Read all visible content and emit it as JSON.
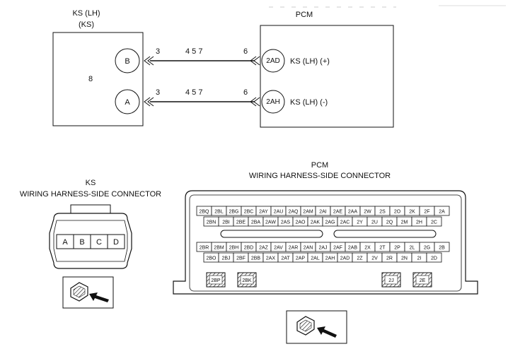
{
  "ks_box": {
    "title_line1": "KS (LH)",
    "title_line2": "(KS)",
    "ref_8": "8",
    "term_b": "B",
    "term_a": "A"
  },
  "pcm_box": {
    "title": "PCM",
    "term_2ad": "2AD",
    "term_2ah": "2AH",
    "sig_plus": "KS (LH) (+)",
    "sig_minus": "KS (LH) (-)"
  },
  "wires": {
    "top": {
      "ref_left": "3",
      "ref_mid": "4 5 7",
      "ref_right": "6"
    },
    "bottom": {
      "ref_left": "3",
      "ref_mid": "4 5 7",
      "ref_right": "6"
    }
  },
  "ks_connector": {
    "title_line1": "KS",
    "title_line2": "WIRING HARNESS-SIDE CONNECTOR",
    "pins": [
      "A",
      "B",
      "C",
      "D"
    ]
  },
  "pcm_connector": {
    "title_line1": "PCM",
    "title_line2": "WIRING HARNESS-SIDE CONNECTOR",
    "row1": [
      "2BQ",
      "2BL",
      "2BG",
      "2BC",
      "2AY",
      "2AU",
      "2AQ",
      "2AM",
      "2AI",
      "2AE",
      "2AA",
      "2W",
      "2S",
      "2O",
      "2K",
      "2F",
      "2A"
    ],
    "row2": [
      "2BN",
      "2BI",
      "2BE",
      "2BA",
      "2AW",
      "2AS",
      "2AO",
      "2AK",
      "2AG",
      "2AC",
      "2Y",
      "2U",
      "2Q",
      "2M",
      "2H",
      "2C"
    ],
    "row3": [
      "2BR",
      "2BM",
      "2BH",
      "2BD",
      "2AZ",
      "2AV",
      "2AR",
      "2AN",
      "2AJ",
      "2AF",
      "2AB",
      "2X",
      "2T",
      "2P",
      "2L",
      "2G",
      "2B"
    ],
    "row4": [
      "2BO",
      "2BJ",
      "2BF",
      "2BB",
      "2AX",
      "2AT",
      "2AP",
      "2AL",
      "2AH",
      "2AD",
      "2Z",
      "2V",
      "2R",
      "2N",
      "2I",
      "2D"
    ],
    "bottom": [
      "2BP",
      "2BK",
      "2J",
      "2E"
    ]
  }
}
